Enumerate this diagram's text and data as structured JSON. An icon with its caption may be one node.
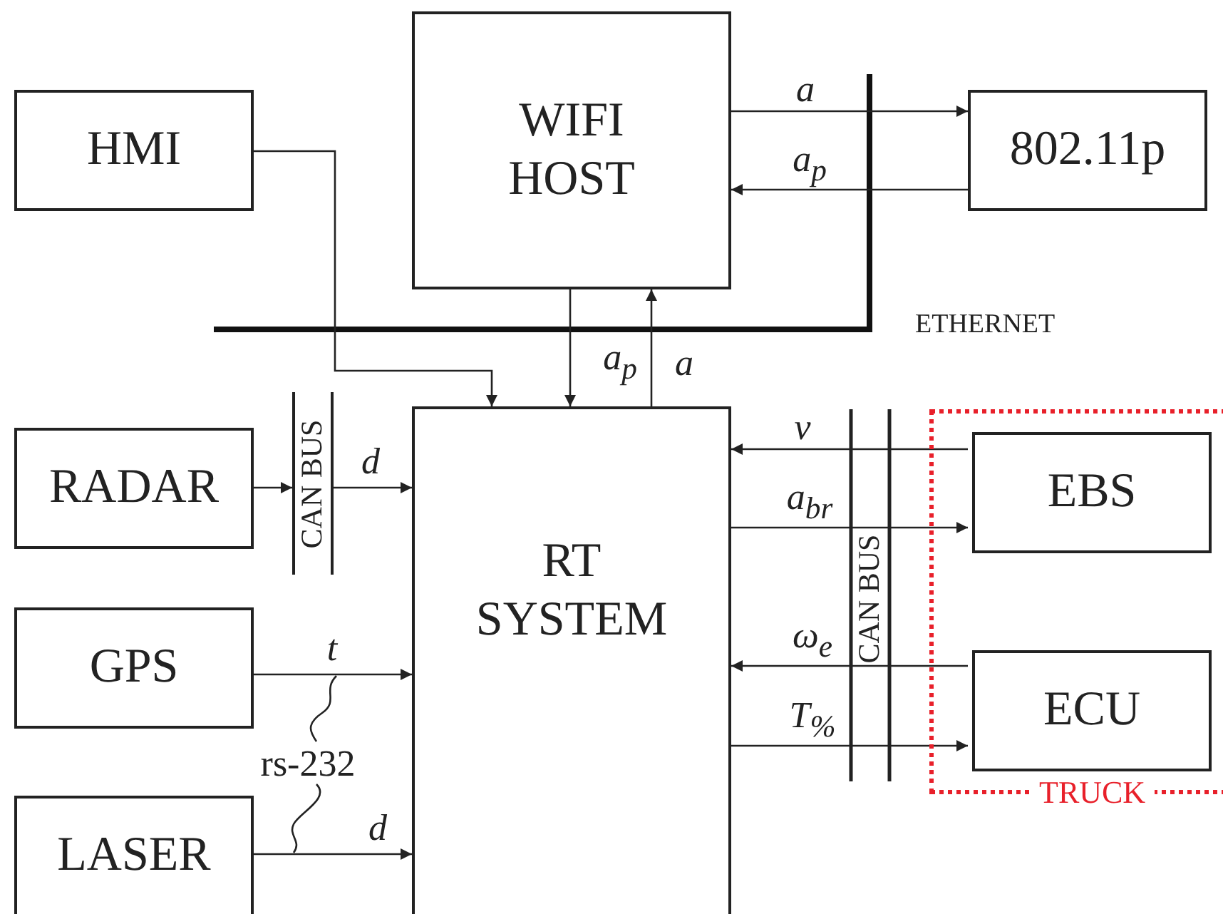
{
  "diagram": {
    "nodes": [
      {
        "text": [
          "HMI"
        ]
      },
      {
        "text": [
          "WIFI HOST"
        ]
      },
      {
        "text": [
          "802.11p"
        ]
      },
      {
        "text": [
          "RADAR"
        ]
      },
      {
        "text": [
          "RT SYSTEM"
        ]
      },
      {
        "text": [
          "TRUCK"
        ]
      },
      {
        "text": [
          "EBS"
        ],
        "in": 5
      },
      {
        "text": [
          "GPS"
        ]
      },
      {
        "text": [
          "ECU"
        ],
        "in": 5
      },
      {
        "text": [
          "LASER"
        ]
      },
      {
        "text": [
          "CAN BUS"
        ]
      }
    ],
    "edges": [
      {
        "from": 0,
        "to": 4,
        "arrow": "to"
      },
      {
        "from": 1,
        "to": 4,
        "arrow": "to",
        "label": "a$_{p}$"
      },
      {
        "from": 4,
        "to": 1,
        "arrow": "to",
        "label": "a"
      },
      {
        "from": 1,
        "to": 2,
        "arrow": "to",
        "label": "a"
      },
      {
        "from": 2,
        "to": 1,
        "arrow": "to",
        "label": "a$_{p}$"
      },
      {
        "from": 3,
        "to": 10,
        "arrow": "to"
      },
      {
        "from": 10,
        "to": 4,
        "arrow": "to",
        "label": "d"
      },
      {
        "from": 6,
        "to": 4,
        "arrow": "to",
        "label": "v"
      },
      {
        "from": 4,
        "to": 6,
        "arrow": "to",
        "label": "a$_{br}$"
      },
      {
        "from": 8,
        "to": 4,
        "arrow": "to",
        "label": "ω$_{e}$"
      },
      {
        "from": 4,
        "to": 8,
        "arrow": "to",
        "label": "T$_{%}$"
      },
      {
        "from": 7,
        "to": 4,
        "arrow": "to",
        "label": "t"
      },
      {
        "from": 9,
        "to": 4,
        "arrow": "to",
        "label": "d"
      }
    ],
    "labels": [
      "ETHERNET",
      "CAN BUS",
      "rs-232"
    ]
  }
}
